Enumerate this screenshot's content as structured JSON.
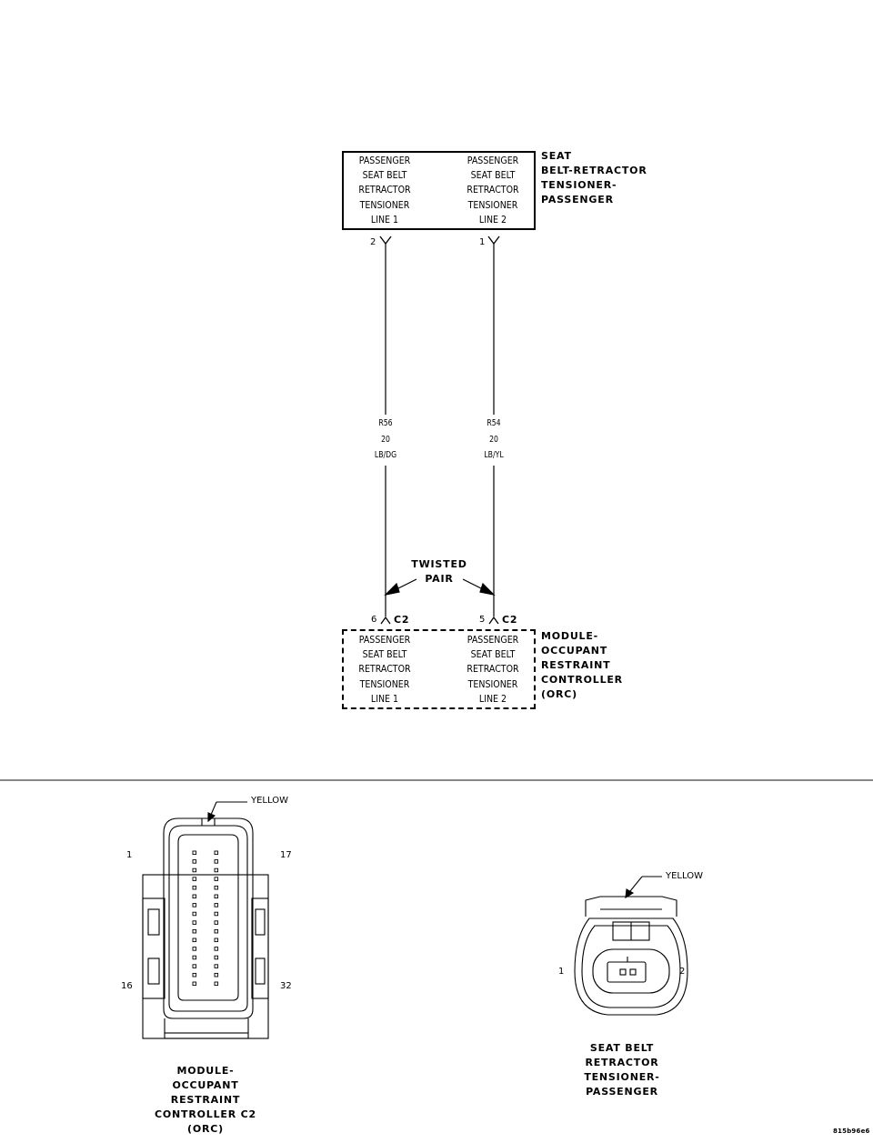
{
  "top_component": {
    "left_lines": [
      "PASSENGER",
      "SEAT BELT",
      "RETRACTOR",
      "TENSIONER",
      "LINE 1"
    ],
    "right_lines": [
      "PASSENGER",
      "SEAT BELT",
      "RETRACTOR",
      "TENSIONER",
      "LINE 2"
    ],
    "label": [
      "SEAT",
      "BELT-RETRACTOR",
      "TENSIONER-",
      "PASSENGER"
    ],
    "pin_left": "2",
    "pin_right": "1"
  },
  "wires": {
    "left": {
      "circuit": "R56",
      "gauge": "20",
      "color": "LB/DG"
    },
    "right": {
      "circuit": "R54",
      "gauge": "20",
      "color": "LB/YL"
    }
  },
  "twisted_pair": [
    "TWISTED",
    "PAIR"
  ],
  "bottom_component": {
    "pin_left": "6",
    "pin_right": "5",
    "connector": "C2",
    "left_lines": [
      "PASSENGER",
      "SEAT BELT",
      "RETRACTOR",
      "TENSIONER",
      "LINE 1"
    ],
    "right_lines": [
      "PASSENGER",
      "SEAT BELT",
      "RETRACTOR",
      "TENSIONER",
      "LINE 2"
    ],
    "label": [
      "MODULE-",
      "OCCUPANT",
      "RESTRAINT",
      "CONTROLLER",
      "(ORC)"
    ]
  },
  "connector_c2": {
    "color": "YELLOW",
    "pin_tl": "1",
    "pin_tr": "17",
    "pin_bl": "16",
    "pin_br": "32",
    "label": [
      "MODULE-",
      "OCCUPANT",
      "RESTRAINT",
      "CONTROLLER C2",
      "(ORC)"
    ]
  },
  "connector_tensioner": {
    "color": "YELLOW",
    "pin_l": "1",
    "pin_r": "2",
    "label": [
      "SEAT BELT",
      "RETRACTOR",
      "TENSIONER-",
      "PASSENGER"
    ]
  },
  "figure_id": "815b96e6"
}
